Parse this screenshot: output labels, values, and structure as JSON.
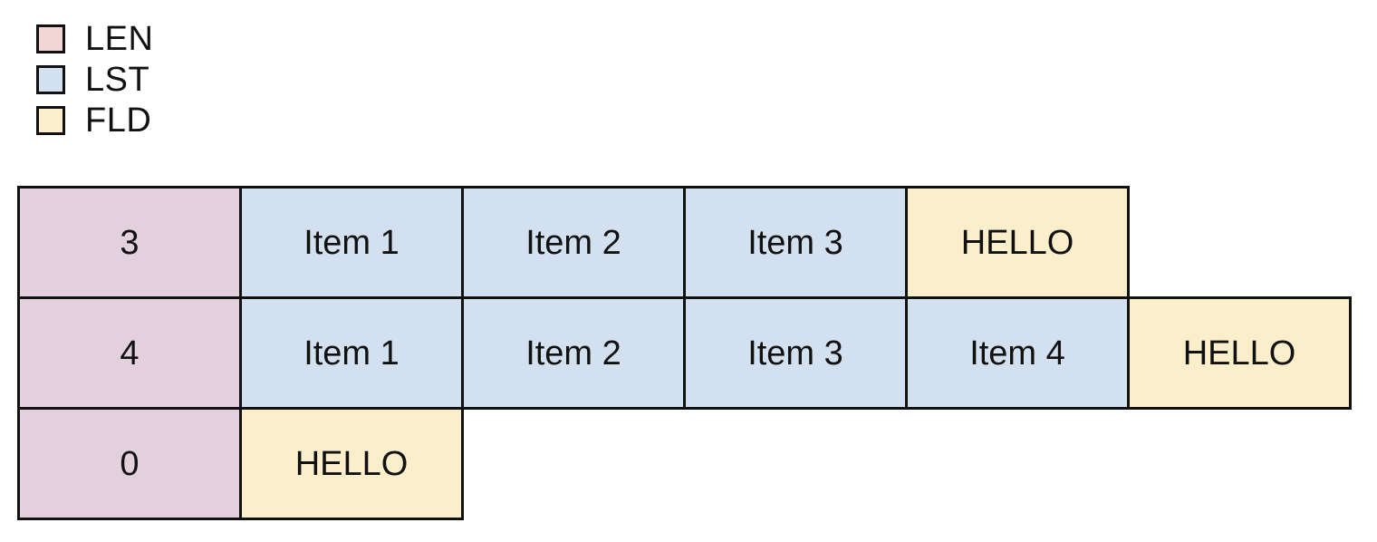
{
  "legend": {
    "name": "type-legend",
    "items": [
      {
        "label": "LEN",
        "color": "#f2d5d5"
      },
      {
        "label": "LST",
        "color": "#d3e0f0"
      },
      {
        "label": "FLD",
        "color": "#fbeecb"
      }
    ]
  },
  "palette": {
    "len_fill": "#e3d0dd",
    "lst_fill": "#d3e0f0",
    "fld_fill": "#fbeecb",
    "border": "#111111",
    "text": "#111111",
    "background": "#ffffff"
  },
  "grid": {
    "name": "memory-layout-grid",
    "rows": [
      {
        "cells": [
          {
            "text": "3",
            "kind": "len"
          },
          {
            "text": "Item 1",
            "kind": "lst"
          },
          {
            "text": "Item 2",
            "kind": "lst"
          },
          {
            "text": "Item 3",
            "kind": "lst"
          },
          {
            "text": "HELLO",
            "kind": "fld"
          }
        ]
      },
      {
        "cells": [
          {
            "text": "4",
            "kind": "len"
          },
          {
            "text": "Item 1",
            "kind": "lst"
          },
          {
            "text": "Item 2",
            "kind": "lst"
          },
          {
            "text": "Item 3",
            "kind": "lst"
          },
          {
            "text": "Item 4",
            "kind": "lst"
          },
          {
            "text": "HELLO",
            "kind": "fld"
          }
        ]
      },
      {
        "cells": [
          {
            "text": "0",
            "kind": "len"
          },
          {
            "text": "HELLO",
            "kind": "fld"
          }
        ]
      }
    ]
  }
}
